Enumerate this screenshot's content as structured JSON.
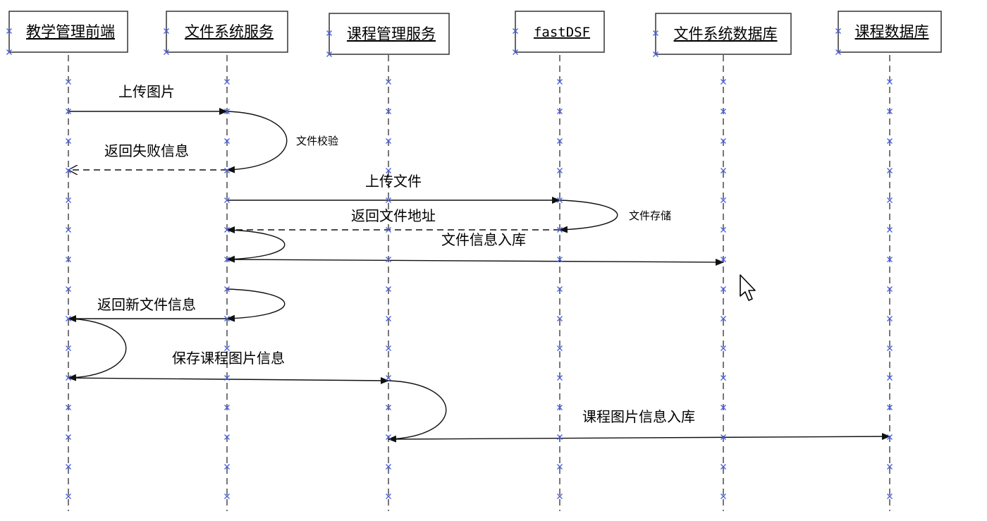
{
  "participants": [
    {
      "id": "frontend",
      "label": "教学管理前端"
    },
    {
      "id": "filesvc",
      "label": "文件系统服务"
    },
    {
      "id": "coursesvc",
      "label": "课程管理服务"
    },
    {
      "id": "fastdsf",
      "label": "fastDSF"
    },
    {
      "id": "filedb",
      "label": "文件系统数据库"
    },
    {
      "id": "coursedb",
      "label": "课程数据库"
    }
  ],
  "messages": [
    {
      "from": "frontend",
      "to": "filesvc",
      "label": "上传图片",
      "style": "solid",
      "arrow": "filled"
    },
    {
      "from": "filesvc",
      "to": "frontend",
      "label": "返回失败信息",
      "style": "dashed",
      "arrow": "open"
    },
    {
      "from": "filesvc",
      "to": "fastdsf",
      "label": "上传文件",
      "style": "solid",
      "arrow": "filled"
    },
    {
      "from": "fastdsf",
      "to": "filesvc",
      "label": "返回文件地址",
      "style": "dashed",
      "arrow": "filled"
    },
    {
      "from": "filesvc",
      "to": "filedb",
      "label": "文件信息入库",
      "style": "solid",
      "arrow": "filled"
    },
    {
      "from": "filesvc",
      "to": "frontend",
      "label": "返回新文件信息",
      "style": "solid",
      "arrow": "filled"
    },
    {
      "from": "frontend",
      "to": "coursesvc",
      "label": "保存课程图片信息",
      "style": "solid",
      "arrow": "filled"
    },
    {
      "from": "coursesvc",
      "to": "coursedb",
      "label": "课程图片信息入库",
      "style": "solid",
      "arrow": "filled"
    }
  ],
  "self_messages": [
    {
      "on": "filesvc",
      "label": "文件校验"
    },
    {
      "on": "fastdsf",
      "label": "文件存储"
    },
    {
      "on": "filesvc",
      "label": ""
    },
    {
      "on": "filesvc",
      "label": ""
    },
    {
      "on": "frontend",
      "label": ""
    },
    {
      "on": "coursesvc",
      "label": ""
    }
  ],
  "colors": {
    "marker": "#4a5ee0",
    "line": "#111111",
    "lifeline": "#555555"
  },
  "cursor_icon": "mouse-pointer-icon"
}
